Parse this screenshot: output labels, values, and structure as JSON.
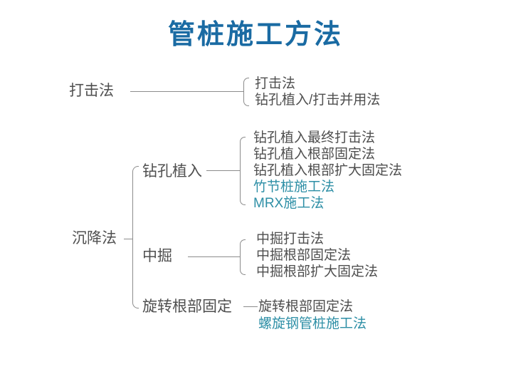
{
  "title": "管桩施工方法",
  "colors": {
    "title_blue": "#1a6ba3",
    "body_text": "#4f4f4f",
    "highlight_teal": "#2e8fa6",
    "line_gray": "#8c8c8c",
    "background": "#ffffff"
  },
  "tree": {
    "roots": [
      {
        "label": "打击法"
      },
      {
        "label": "沉降法"
      }
    ],
    "mid_nodes": [
      {
        "label": "钻孔植入",
        "parent": "沉降法"
      },
      {
        "label": "中掘",
        "parent": "沉降法"
      },
      {
        "label": "旋转根部固定",
        "parent": "沉降法"
      }
    ],
    "groups": {
      "daji": {
        "parent": "打击法",
        "items": [
          {
            "text": "打击法",
            "highlight": false
          },
          {
            "text": "钻孔植入/打击并用法",
            "highlight": false
          }
        ]
      },
      "zuankong": {
        "parent": "钻孔植入",
        "items": [
          {
            "text": "钻孔植入最终打击法",
            "highlight": false
          },
          {
            "text": "钻孔植入根部固定法",
            "highlight": false
          },
          {
            "text": "钻孔植入根部扩大固定法",
            "highlight": false
          },
          {
            "text": "竹节桩施工法",
            "highlight": true
          },
          {
            "text": "MRX施工法",
            "highlight": true
          }
        ]
      },
      "zhongjue": {
        "parent": "中掘",
        "items": [
          {
            "text": "中掘打击法",
            "highlight": false
          },
          {
            "text": "中掘根部固定法",
            "highlight": false
          },
          {
            "text": "中掘根部扩大固定法",
            "highlight": false
          }
        ]
      },
      "xuanzhuan": {
        "parent": "旋转根部固定",
        "items": [
          {
            "text": "旋转根部固定法",
            "highlight": false
          },
          {
            "text": "螺旋钢管桩施工法",
            "highlight": true
          }
        ]
      }
    }
  }
}
